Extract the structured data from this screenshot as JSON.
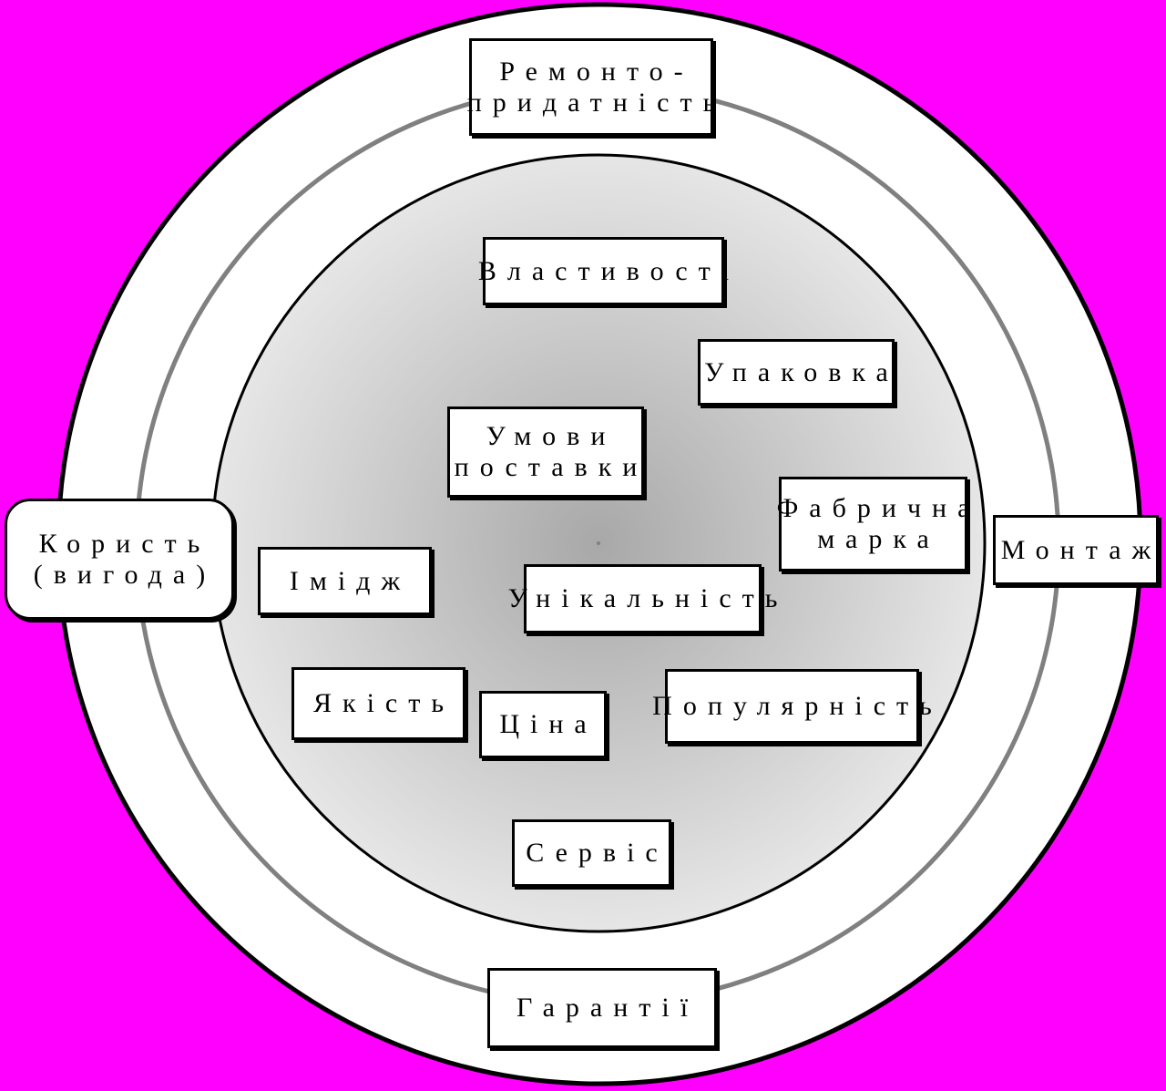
{
  "colors": {
    "background": "#ff00ff",
    "outer_disk": "#ffffff",
    "ring_stroke": "#808080",
    "core_center": "#a8a8a8",
    "core_edge": "#e6e6e6",
    "box_fill": "#ffffff",
    "box_border": "#000000"
  },
  "outer_ring": {
    "top": "Ремонто-\nпридатність",
    "right": "Монтаж",
    "bottom": "Гарантії",
    "left": "Користь\n(вигода)"
  },
  "core": {
    "properties": "Властивості",
    "packaging": "Упаковка",
    "delivery_terms": "Умови\nпоставки",
    "brand": "Фабрична\nмарка",
    "image": "Імідж",
    "uniqueness": "Унікальність",
    "quality": "Якість",
    "price": "Ціна",
    "popularity": "Популярність",
    "service": "Сервіс"
  }
}
